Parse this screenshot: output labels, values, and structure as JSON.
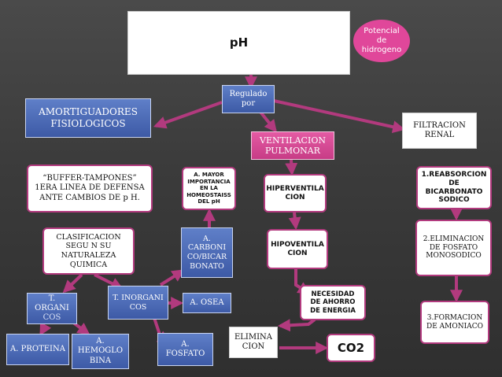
{
  "title": "pH",
  "potencial": "Potencial de hidrogeno",
  "regulado": "Regulado por",
  "amortiguadores": "AMORTIGUADORES FISIOLOGICOS",
  "ventilacion": "VENTILACION PULMONAR",
  "filtracion": "FILTRACION RENAL",
  "buffer": "“BUFFER-TAMPONES” 1ERA LINEA DE DEFENSA ANTE CAMBIOS DE p H.",
  "mayor_importancia": "A. MAYOR IMPORTANCIA EN LA HOMEOSTAISS DEL pH",
  "hiperventilacion": "HIPERVENTILA CION",
  "reabsorcion": "1.REABSORCION DE BICARBONATO SODICO",
  "clasificacion": "CLASIFICACION SEGU N SU NATURALEZA QUIMICA",
  "carbonico": "A. CARBONI CO/BICAR BONATO",
  "hipoventilacion": "HIPOVENTILA CION",
  "eliminacion_fosfato": "2.ELIMINACION DE FOSFATO MONOSODICO",
  "organicos": {
    "line1": "T. ORGANI",
    "line2": "COS"
  },
  "inorganicos": "T. INORGANI COS",
  "osea": "A. OSEA",
  "necesidad": "NECESIDAD DE AHORRO DE ENERGIA",
  "formacion": "3.FORMACION DE AMONIACO",
  "proteina": "A. PROTEINA",
  "hemoglobina": "A. HEMOGLO BINA",
  "fosfato": "A. FOSFATO",
  "eliminacion": "ELIMINA CION",
  "co2": "CO2",
  "colors": {
    "arrow": "#b23a7e",
    "accent": "#e0479a",
    "blue_box": "#4a68b4",
    "background": "#3a3a3a"
  }
}
